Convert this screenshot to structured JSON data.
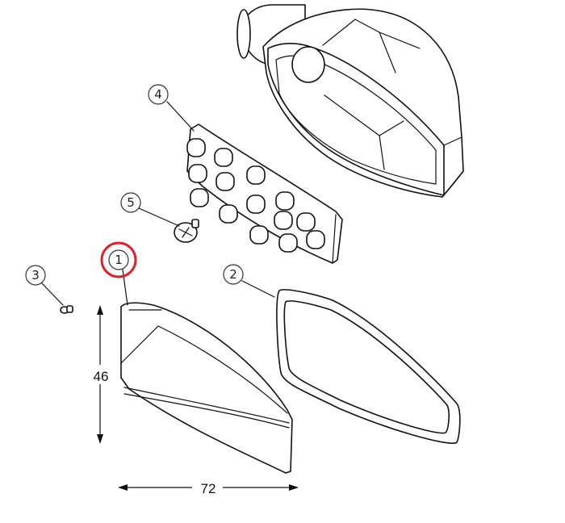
{
  "callouts": {
    "c1": "1",
    "c2": "2",
    "c3": "3",
    "c4": "4",
    "c5": "5"
  },
  "dimensions": {
    "height": "46",
    "width": "72"
  },
  "colors": {
    "highlight": "#e0202c",
    "line": "#111111"
  }
}
